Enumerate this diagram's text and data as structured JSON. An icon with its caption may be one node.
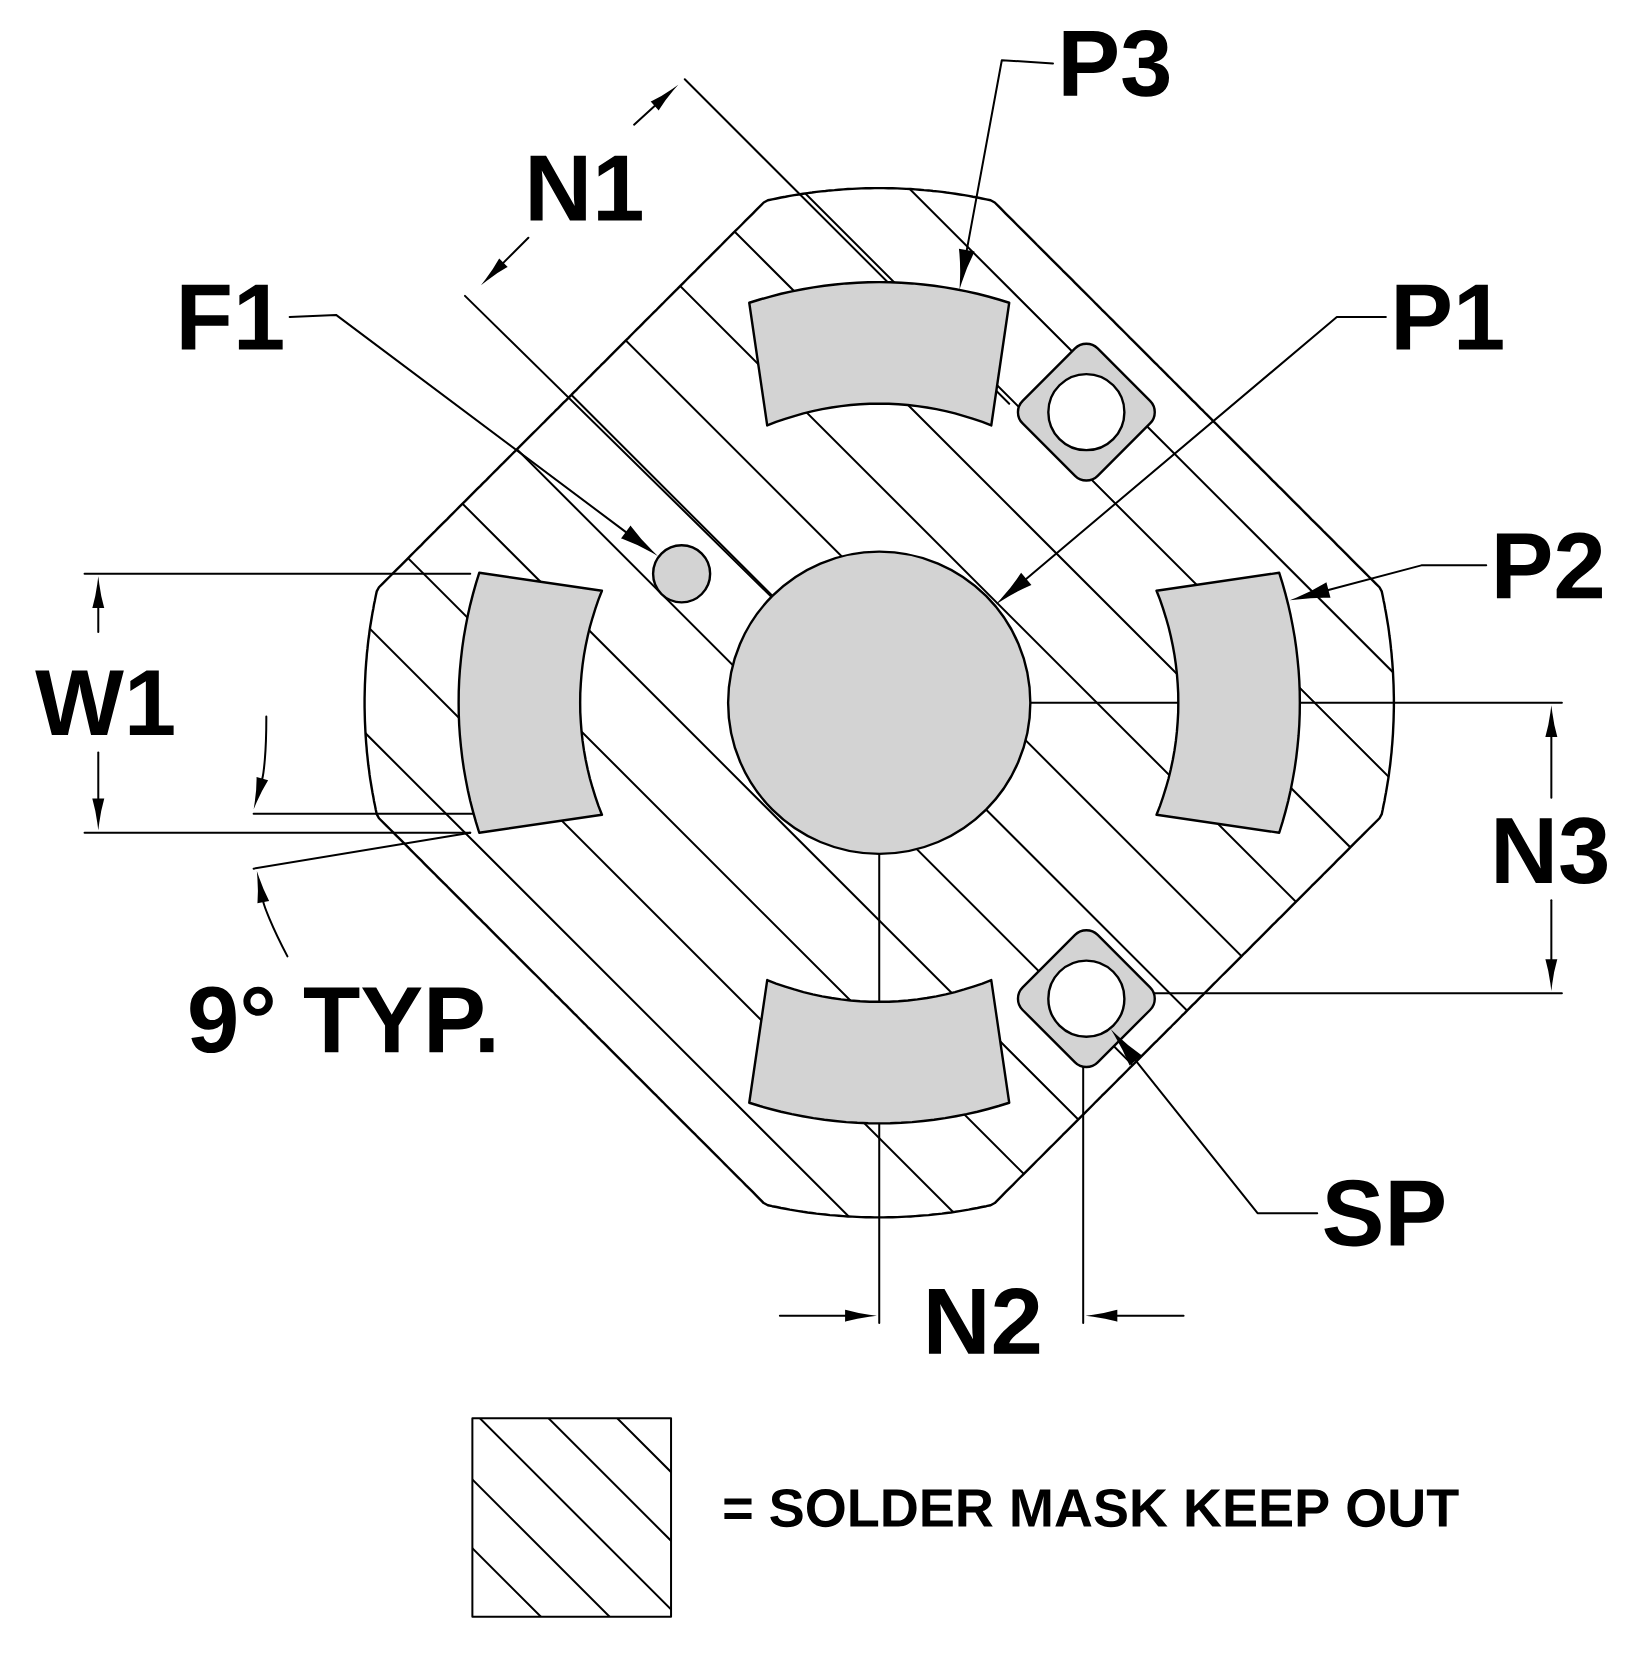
{
  "diagram": {
    "nodes": [
      {
        "text": [
          "P3"
        ]
      },
      {
        "text": [],
        "shape": "segment"
      },
      {
        "text": [
          "F1"
        ]
      },
      {
        "text": [],
        "shape": "circle"
      },
      {
        "text": [
          "P1"
        ]
      },
      {
        "text": [],
        "shape": "circle"
      },
      {
        "text": [
          "P2"
        ]
      },
      {
        "text": [],
        "shape": "segment"
      },
      {
        "text": [
          "SP"
        ]
      },
      {
        "text": [],
        "shape": "box"
      },
      {
        "text": [],
        "shape": "circle",
        "in": 9
      },
      {
        "text": [],
        "shape": "segment"
      },
      {
        "text": [],
        "shape": "segment"
      },
      {
        "text": [],
        "shape": "box"
      },
      {
        "text": [],
        "shape": "circle",
        "in": 13
      }
    ],
    "edges": [
      {
        "from": 0,
        "to": 1,
        "arrow": "to"
      },
      {
        "from": 2,
        "to": 3,
        "arrow": "to"
      },
      {
        "from": 4,
        "to": 5,
        "arrow": "to"
      },
      {
        "from": 6,
        "to": 7,
        "arrow": "to"
      },
      {
        "from": 8,
        "to": 10,
        "arrow": "to"
      }
    ],
    "labels": [
      "N1",
      "W1",
      "N3",
      "9° TYP.",
      "N2"
    ],
    "legend": [
      {
        "text": "= SOLDER MASK KEEP OUT"
      }
    ]
  }
}
